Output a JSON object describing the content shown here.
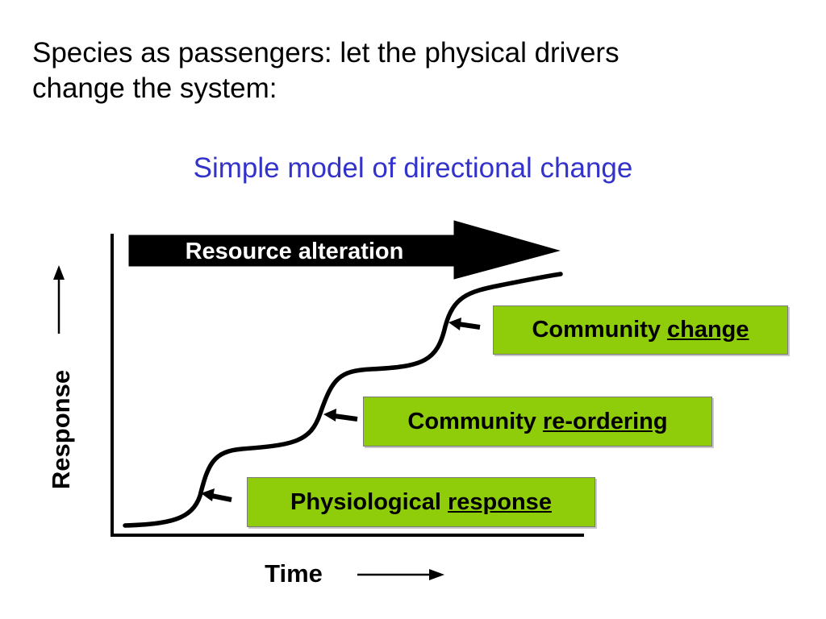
{
  "heading": {
    "line1": "Species as passengers:  let the physical drivers",
    "line2": "change the system:"
  },
  "subtitle": "Simple model of directional change",
  "diagram": {
    "resource_arrow_label": "Resource alteration",
    "y_axis_label": "Response",
    "x_axis_label": "Time",
    "boxes": [
      {
        "main": "Community",
        "emphasis": "change"
      },
      {
        "main": "Community",
        "emphasis": "re-ordering"
      },
      {
        "main": "Physiological",
        "emphasis": "response"
      }
    ]
  },
  "colors": {
    "subtitle": "#3333cc",
    "box_fill": "#8fcc0a",
    "arrow_fill": "#000000"
  }
}
